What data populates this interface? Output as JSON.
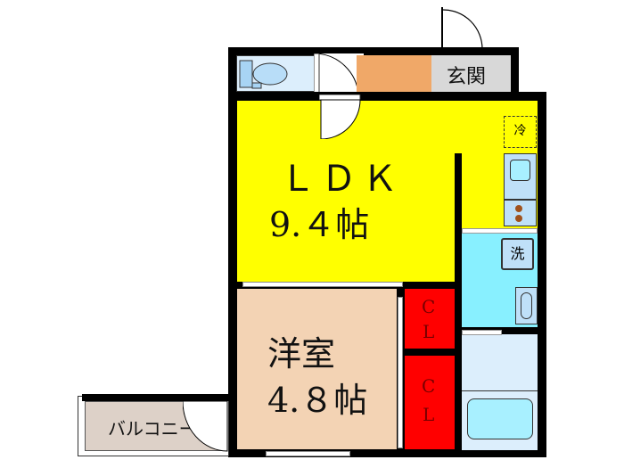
{
  "floorplan": {
    "rooms": {
      "ldk": {
        "name": "ＬＤＫ",
        "size": "9.４帖",
        "color": "#ffff00"
      },
      "western": {
        "name": "洋室",
        "size": "4.８帖",
        "color": "#f3d3b4"
      },
      "closet1": {
        "name": "CL",
        "color": "#ff0000"
      },
      "closet2": {
        "name": "CL",
        "color": "#ff0000"
      },
      "entrance": {
        "name": "玄関",
        "color": "#d8d8d8"
      },
      "hallway": {
        "color": "#f0a868"
      },
      "toilet": {
        "color": "#dceefc"
      },
      "washroom": {
        "color": "#88f0ff"
      },
      "bathroom": {
        "color": "#dceefc"
      },
      "balcony": {
        "name": "バルコニー",
        "color": "#ddd1c8"
      }
    },
    "fixtures": {
      "fridge": "冷",
      "washer": "洗"
    }
  }
}
